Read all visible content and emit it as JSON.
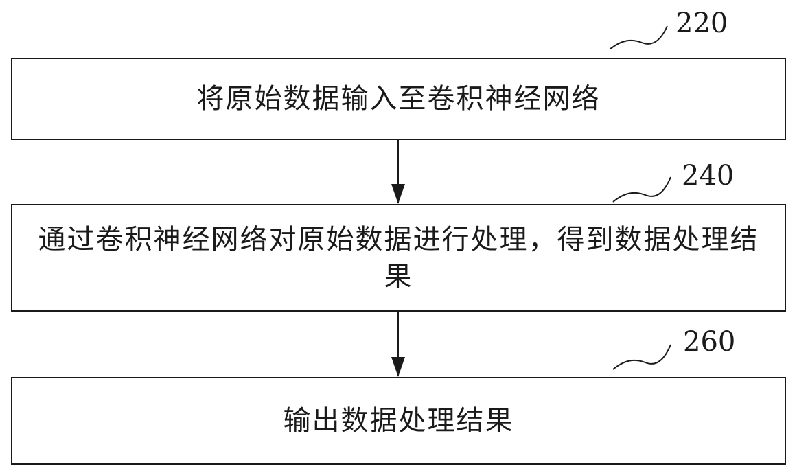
{
  "steps": [
    {
      "ref": "220",
      "text": "将原始数据输入至卷积神经网络"
    },
    {
      "ref": "240",
      "text": "通过卷积神经网络对原始数据进行处理，得到数据处理结果"
    },
    {
      "ref": "260",
      "text": "输出数据处理结果"
    }
  ],
  "colors": {
    "line": "#1a1a1a",
    "background": "#ffffff"
  }
}
